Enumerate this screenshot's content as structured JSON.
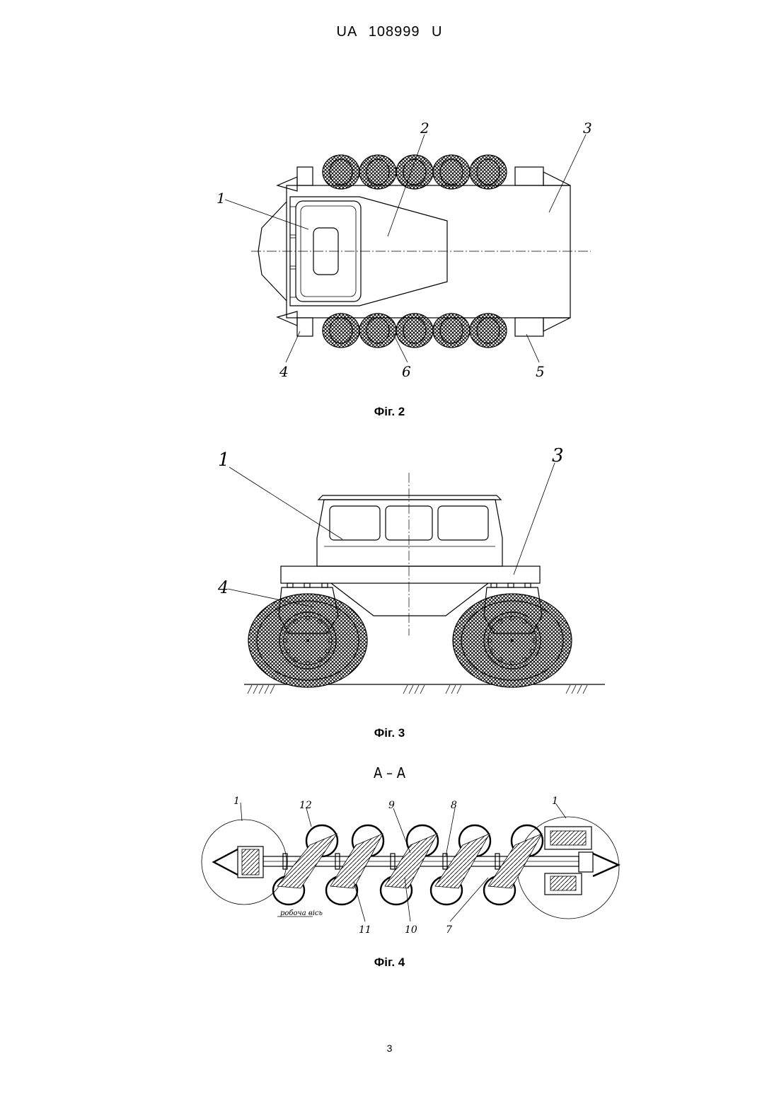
{
  "header": {
    "text": "UA   108999   U"
  },
  "figures": [
    {
      "caption": "Фіг. 2",
      "labels": [
        "1",
        "2",
        "3",
        "4",
        "6",
        "5"
      ]
    },
    {
      "caption": "Фіг. 3",
      "labels": [
        "1",
        "3",
        "4"
      ]
    },
    {
      "caption": "Фіг. 4",
      "section": "А – А",
      "labels": [
        "1",
        "12",
        "9",
        "8",
        "1",
        "11",
        "10",
        "7"
      ],
      "axis_note": "робоча вісь"
    }
  ],
  "page_number": "3"
}
